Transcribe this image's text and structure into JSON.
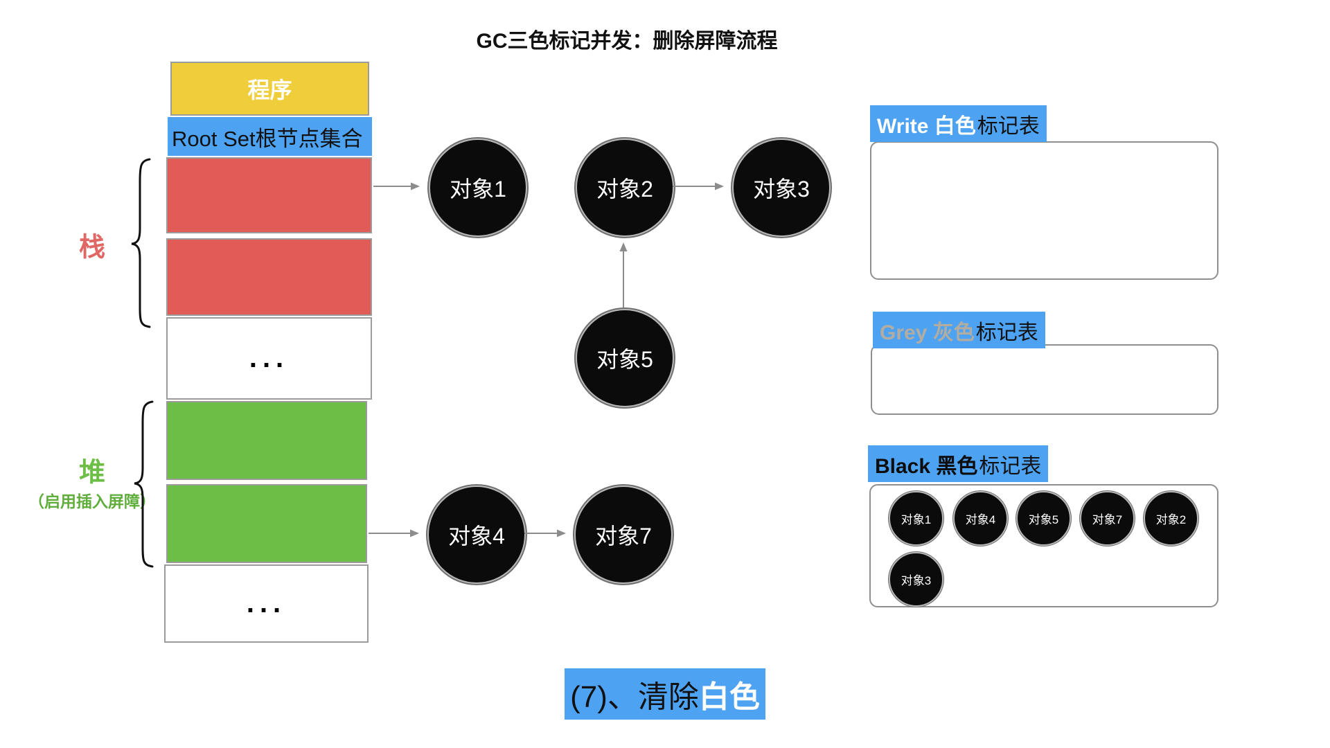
{
  "title": "GC三色标记并发：删除屏障流程",
  "memory_column": {
    "program": "程序",
    "root_set": "Root Set根节点集合",
    "ellipsis_1": "...",
    "ellipsis_2": "...",
    "stack": {
      "label": "栈"
    },
    "heap": {
      "label": "堆",
      "note": "（启用插入屏障）"
    }
  },
  "graph": {
    "nodes": [
      {
        "id": "obj1",
        "label": "对象1"
      },
      {
        "id": "obj2",
        "label": "对象2"
      },
      {
        "id": "obj3",
        "label": "对象3"
      },
      {
        "id": "obj5",
        "label": "对象5"
      },
      {
        "id": "obj4",
        "label": "对象4"
      },
      {
        "id": "obj7",
        "label": "对象7"
      }
    ],
    "edges": [
      {
        "from": "stack-slot-1",
        "to": "obj1"
      },
      {
        "from": "obj2",
        "to": "obj3"
      },
      {
        "from": "obj5",
        "to": "obj2"
      },
      {
        "from": "heap-slot-2",
        "to": "obj4"
      },
      {
        "from": "obj4",
        "to": "obj7"
      }
    ]
  },
  "tables": {
    "white": {
      "main": "Write 白色",
      "suffix": "标记表",
      "items": []
    },
    "grey": {
      "main": "Grey 灰色",
      "suffix": "标记表",
      "items": []
    },
    "black": {
      "main": "Black 黑色",
      "suffix": "标记表",
      "items": [
        "对象1",
        "对象4",
        "对象5",
        "对象7",
        "对象2",
        "对象3"
      ]
    }
  },
  "caption": {
    "step": "(7)、清除",
    "highlight": "白色"
  },
  "colors": {
    "highlight_blue": "#4da2f2",
    "program_yellow": "#f0ce3b",
    "stack_red": "#e15b57",
    "heap_green": "#6dbe46",
    "grey_label_text": "#b3aca0",
    "node_fill": "#0b0b0b",
    "arrow_grey": "#8c8c8c"
  }
}
